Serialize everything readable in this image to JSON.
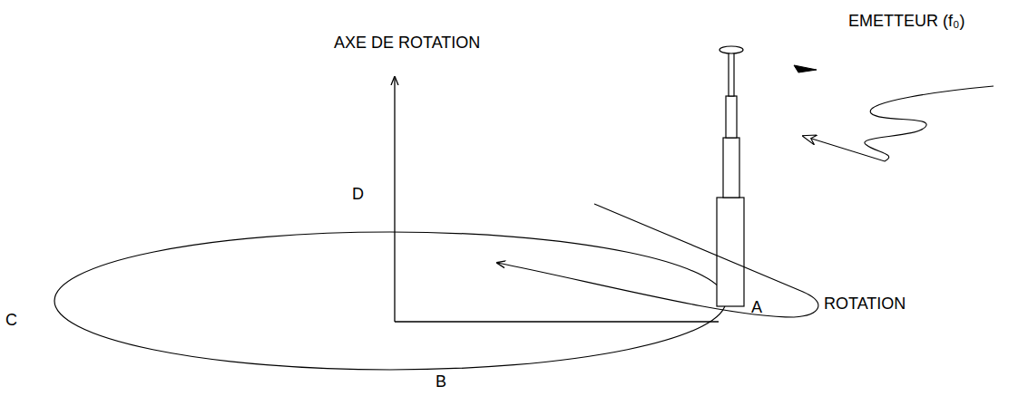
{
  "diagram": {
    "labels": [
      "AXE DE ROTATION",
      "EMETTEUR (f₀)",
      "D",
      "ROTATION",
      "A",
      "C",
      "B"
    ]
  }
}
